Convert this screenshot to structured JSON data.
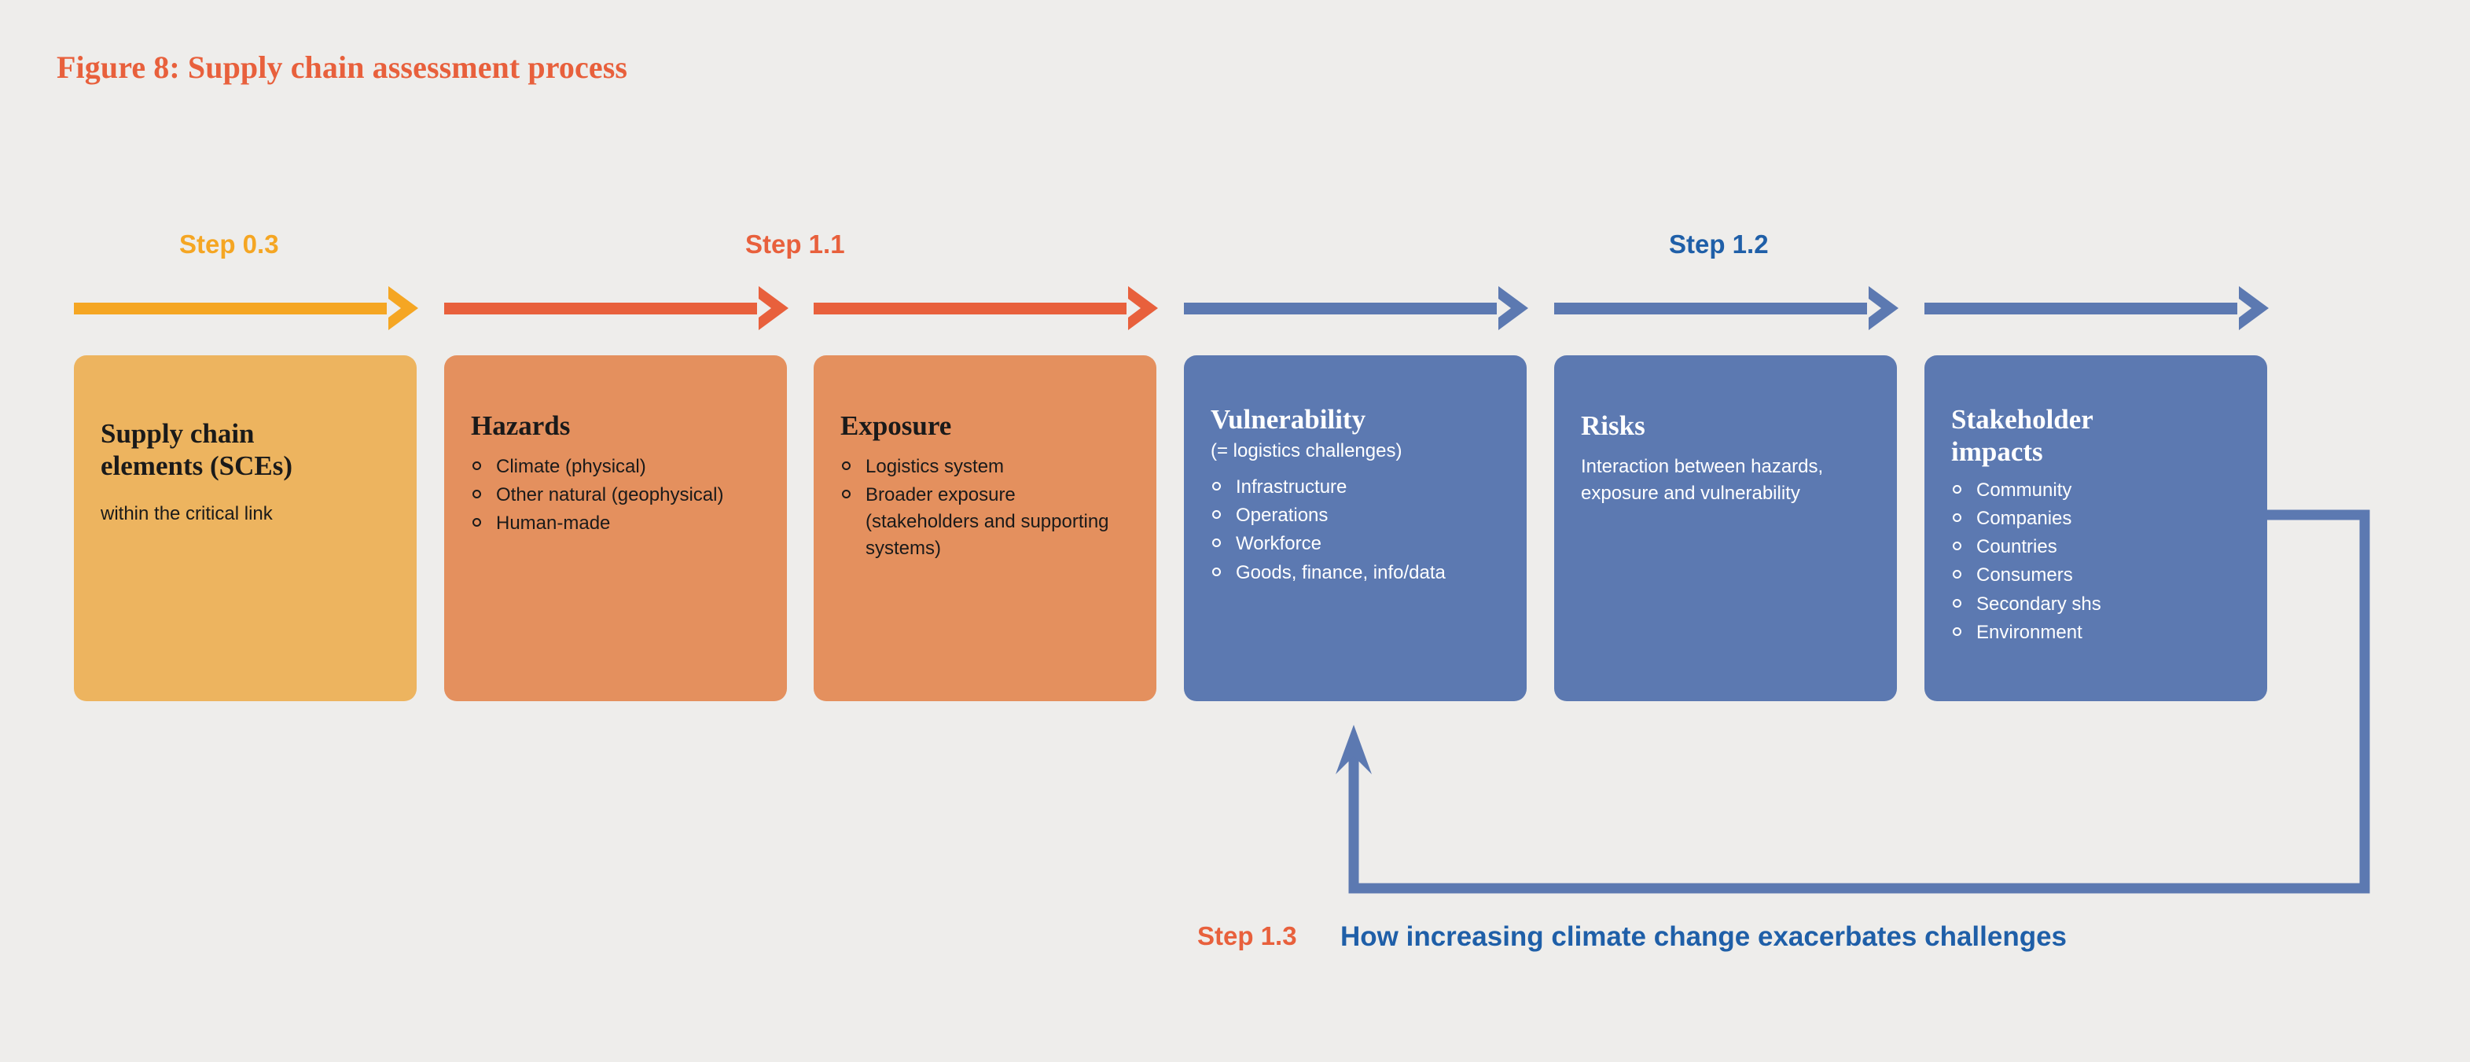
{
  "figure": {
    "title": "Figure 8: Supply chain assessment process",
    "title_color": "#E8603C"
  },
  "background_color": "#EEEDEB",
  "palette": {
    "amber": "#EDB45F",
    "amber_arrow": "#F5A623",
    "salmon": "#E4905E",
    "salmon_arrow": "#E8603C",
    "blue": "#5C79B1",
    "blue_arrow": "#5C79B1",
    "navy_text": "#1F5FA8",
    "orange_text": "#E8603C",
    "dark_text": "#1A1A1A",
    "light_text": "#FFFFFF"
  },
  "steps": [
    {
      "id": "step-0-3",
      "label": "Step 0.3",
      "color": "#F5A623"
    },
    {
      "id": "step-1-1",
      "label": "Step 1.1",
      "color": "#E8603C"
    },
    {
      "id": "step-1-2",
      "label": "Step 1.2",
      "color": "#1F5FA8"
    }
  ],
  "arrows": [
    {
      "id": "arrow-1",
      "color": "#F5A623",
      "step": "Step 0.3"
    },
    {
      "id": "arrow-2",
      "color": "#E8603C",
      "step": "Step 1.1"
    },
    {
      "id": "arrow-3",
      "color": "#E8603C",
      "step": "Step 1.1"
    },
    {
      "id": "arrow-4",
      "color": "#5C79B1",
      "step": "Step 1.2"
    },
    {
      "id": "arrow-5",
      "color": "#5C79B1",
      "step": "Step 1.2"
    },
    {
      "id": "arrow-6",
      "color": "#5C79B1",
      "step": "Step 1.2"
    }
  ],
  "boxes": [
    {
      "id": "supply-chain-elements",
      "title": "Supply chain\nelements (SCEs)",
      "subtitle": "within the critical link",
      "bullets": [],
      "paragraph": "",
      "bg": "#EDB45F",
      "text": "#1A1A1A"
    },
    {
      "id": "hazards",
      "title": "Hazards",
      "subtitle": "",
      "bullets": [
        "Climate (physical)",
        "Other natural (geophysical)",
        "Human-made"
      ],
      "paragraph": "",
      "bg": "#E4905E",
      "text": "#1A1A1A"
    },
    {
      "id": "exposure",
      "title": "Exposure",
      "subtitle": "",
      "bullets": [
        "Logistics system",
        "Broader exposure (stakeholders and supporting systems)"
      ],
      "paragraph": "",
      "bg": "#E4905E",
      "text": "#1A1A1A"
    },
    {
      "id": "vulnerability",
      "title": "Vulnerability",
      "subtitle": "(= logistics challenges)",
      "bullets": [
        "Infrastructure",
        "Operations",
        "Workforce",
        "Goods, finance, info/data"
      ],
      "paragraph": "",
      "bg": "#5C79B1",
      "text": "#FFFFFF"
    },
    {
      "id": "risks",
      "title": "Risks",
      "subtitle": "",
      "bullets": [],
      "paragraph": "Interaction between hazards, exposure and vulnerability",
      "bg": "#5C79B1",
      "text": "#FFFFFF"
    },
    {
      "id": "stakeholder-impacts",
      "title": "Stakeholder\nimpacts",
      "subtitle": "",
      "bullets": [
        "Community",
        "Companies",
        "Countries",
        "Consumers",
        "Secondary shs",
        "Environment"
      ],
      "paragraph": "",
      "bg": "#5C79B1",
      "text": "#FFFFFF"
    }
  ],
  "feedback_loop": {
    "step_label": "Step 1.3",
    "step_color": "#E8603C",
    "caption": "How increasing climate change exacerbates challenges",
    "caption_color": "#1F5FA8",
    "line_color": "#5C79B1"
  }
}
